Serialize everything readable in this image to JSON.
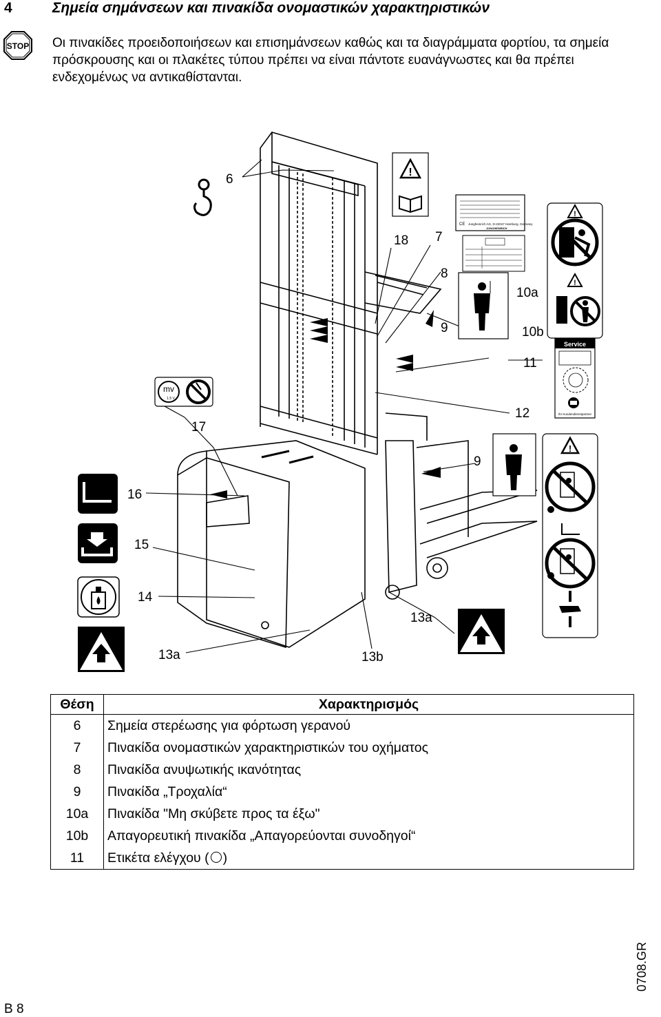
{
  "header": {
    "section_number": "4",
    "section_title": "Σημεία σημάνσεων και πινακίδα ονομαστικών χαρακτηριστικών"
  },
  "intro": {
    "icon": "stop-icon",
    "icon_text": "STOP",
    "text": "Οι πινακίδες προειδοποιήσεων και επισημάνσεων καθώς και τα διαγράμματα φορτίου, τα σημεία πρόσκρουσης και οι πλακέτες τύπου πρέπει να είναι πάντοτε ευανάγνωστες και θα πρέπει ενδεχομένως να αντικαθίστανται."
  },
  "figure": {
    "callouts": {
      "c6": "6",
      "c18": "18",
      "c7": "7",
      "c8": "8",
      "c9a": "9",
      "c10a": "10a",
      "c10b": "10b",
      "c11": "11",
      "c12": "12",
      "c17": "17",
      "c9b": "9",
      "c16": "16",
      "c15": "15",
      "c14": "14",
      "c13a_r": "13a",
      "c13a_l": "13a",
      "c13b": "13b"
    },
    "sticker_text": {
      "mv": "mv",
      "voltage": "1.5 V",
      "service": "Service",
      "company": "Jungheinrich AG, D-22047 Hamburg, Germany",
      "brand": "JUNGHEINRICH",
      "ce": "CE",
      "customer_service": "Ihr Kundendienstpartner"
    },
    "icons": [
      "crane-hook-icon",
      "warning-triangle-icon",
      "manual-book-icon",
      "nameplate-icon",
      "capacity-plate-icon",
      "person-icon",
      "no-leaning-out-icon",
      "no-passengers-icon",
      "service-label-icon",
      "phone-icon",
      "battery-mv-icon",
      "no-spray-icon",
      "stand-on-platform-icon",
      "push-platform-icon",
      "hydraulic-oil-icon",
      "impact-point-icon",
      "no-standing-under-icon",
      "no-hand-icon"
    ]
  },
  "legend": {
    "col_position": "Θέση",
    "col_description": "Χαρακτηρισμός",
    "rows": [
      {
        "pos": "6",
        "desc": "Σημεία στερέωσης για φόρτωση γερανού"
      },
      {
        "pos": "7",
        "desc": "Πινακίδα ονομαστικών χαρακτηριστικών του οχήματος"
      },
      {
        "pos": "8",
        "desc": "Πινακίδα ανυψωτικής ικανότητας"
      },
      {
        "pos": "9",
        "desc": "Πινακίδα „Τροχαλία“"
      },
      {
        "pos": "10a",
        "desc": "Πινακίδα \"Μη σκύβετε προς τα έξω\""
      },
      {
        "pos": "10b",
        "desc": "Απαγορευτική πινακίδα „Απαγορεύονται συνοδηγοί“"
      },
      {
        "pos": "11",
        "desc_before": "Ετικέτα ελέγχου (",
        "desc_after": ")"
      }
    ]
  },
  "footer": {
    "page": "B 8",
    "doc_code": "0708.GR"
  }
}
